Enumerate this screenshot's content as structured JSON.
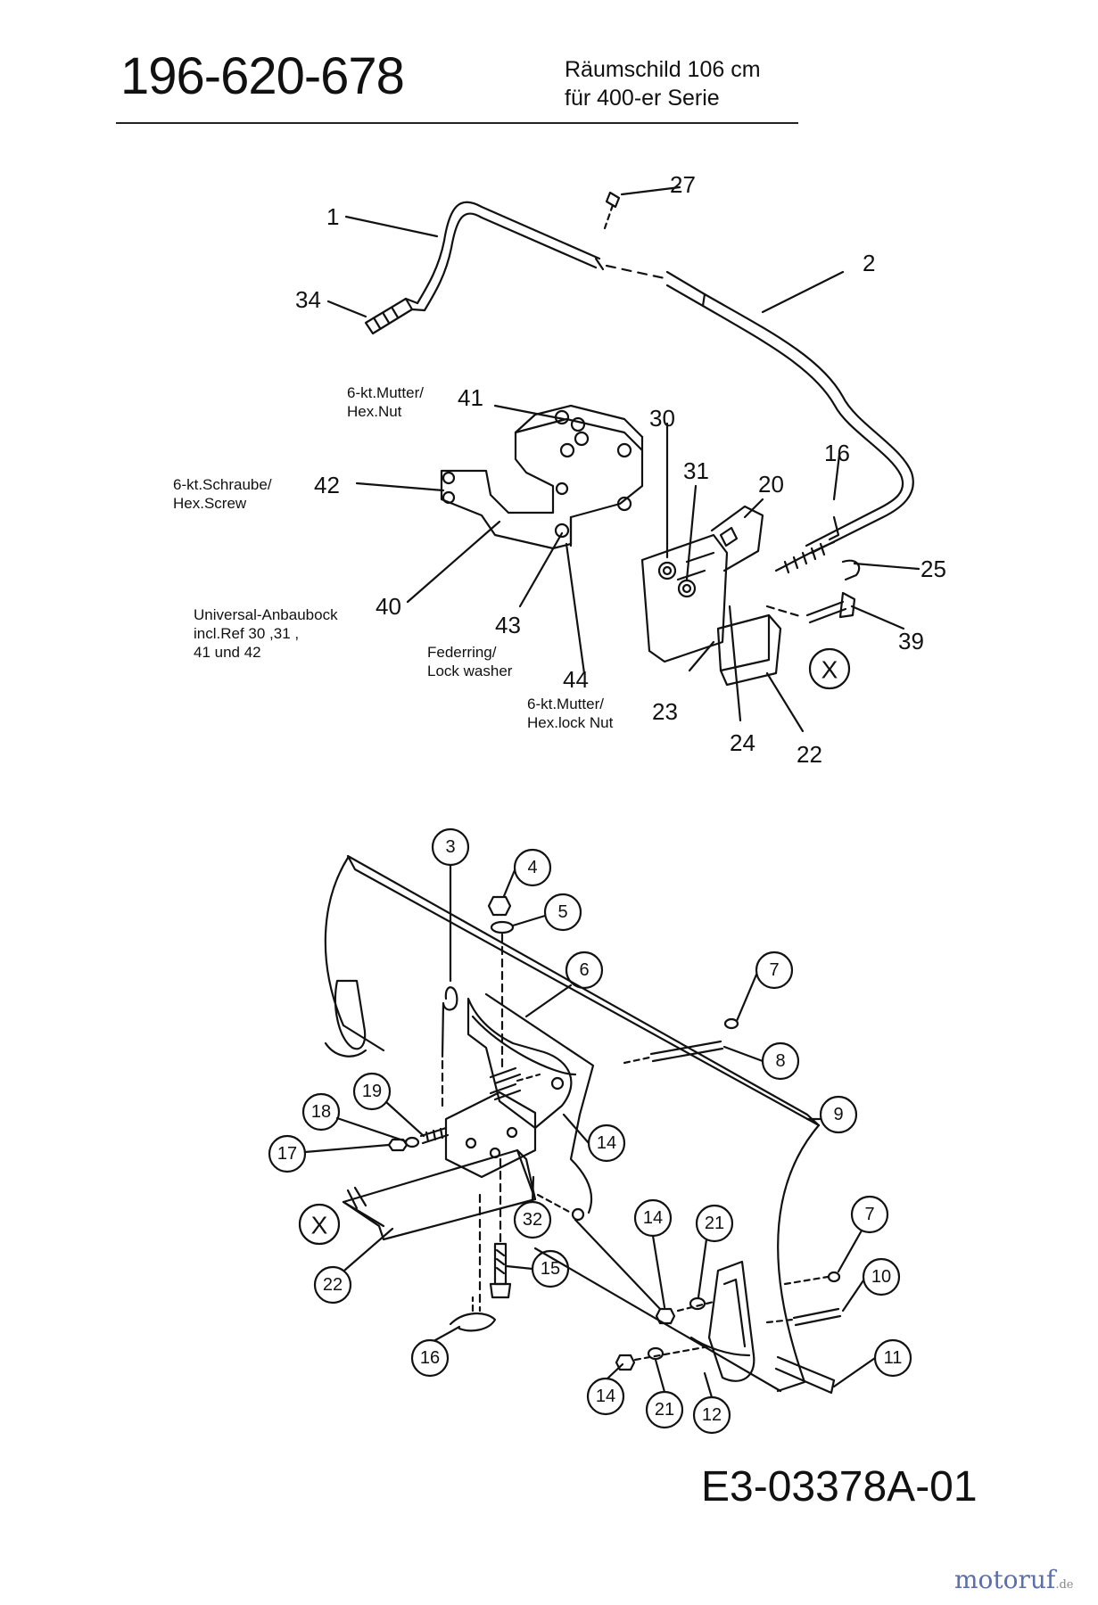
{
  "header": {
    "part_number": "196-620-678",
    "title_line_1": "Räumschild  106 cm",
    "title_line_2": "für 400-er  Serie"
  },
  "notes": {
    "hex_nut": "6-kt.Mutter/\nHex.Nut",
    "hex_screw": "6-kt.Schraube/\nHex.Screw",
    "mount": "Universal-Anbaubock\nincl.Ref 30 ,31 ,\n41 und 42",
    "lock_washer": "Federring/\nLock washer",
    "hex_lock_nut": "6-kt.Mutter/\nHex.lock Nut"
  },
  "upper_labels": {
    "p1": "1",
    "p2": "2",
    "p16": "16",
    "p20": "20",
    "p22": "22",
    "p23": "23",
    "p24": "24",
    "p25": "25",
    "p27": "27",
    "p30": "30",
    "p31": "31",
    "p34": "34",
    "p39": "39",
    "p40": "40",
    "p41": "41",
    "p42": "42",
    "p43": "43",
    "p44": "44"
  },
  "lower_labels": {
    "c3": "3",
    "c4": "4",
    "c5": "5",
    "c6": "6",
    "c7a": "7",
    "c8": "8",
    "c9": "9",
    "c7b": "7",
    "c10": "10",
    "c11": "11",
    "c12": "12",
    "c14a": "14",
    "c14b": "14",
    "c14c": "14",
    "c15": "15",
    "c16": "16",
    "c17": "17",
    "c18": "18",
    "c19": "19",
    "c21a": "21",
    "c21b": "21",
    "c22": "22",
    "c32": "32"
  },
  "connection_marker": "X",
  "footer": {
    "diagram_code": "E3-03378A-01",
    "brand": "motoruf",
    "brand_suffix": ".de"
  }
}
